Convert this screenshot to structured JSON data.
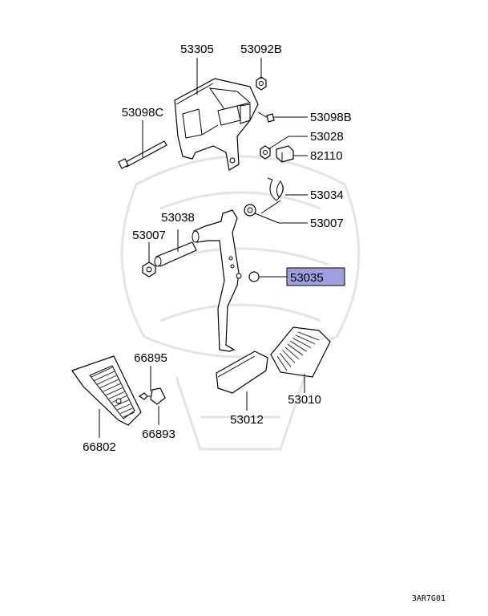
{
  "diagram": {
    "parts": [
      {
        "id": "53305"
      },
      {
        "id": "53092B"
      },
      {
        "id": "53098C"
      },
      {
        "id": "53098B"
      },
      {
        "id": "53028"
      },
      {
        "id": "82110"
      },
      {
        "id": "53034"
      },
      {
        "id": "53007"
      },
      {
        "id": "53038"
      },
      {
        "id": "53007"
      },
      {
        "id": "53035",
        "highlighted": true
      },
      {
        "id": "66895"
      },
      {
        "id": "66893"
      },
      {
        "id": "66802"
      },
      {
        "id": "53012"
      },
      {
        "id": "53010"
      }
    ],
    "figure_code": "3AR7G01",
    "highlight_color": "#9f9fe0"
  }
}
